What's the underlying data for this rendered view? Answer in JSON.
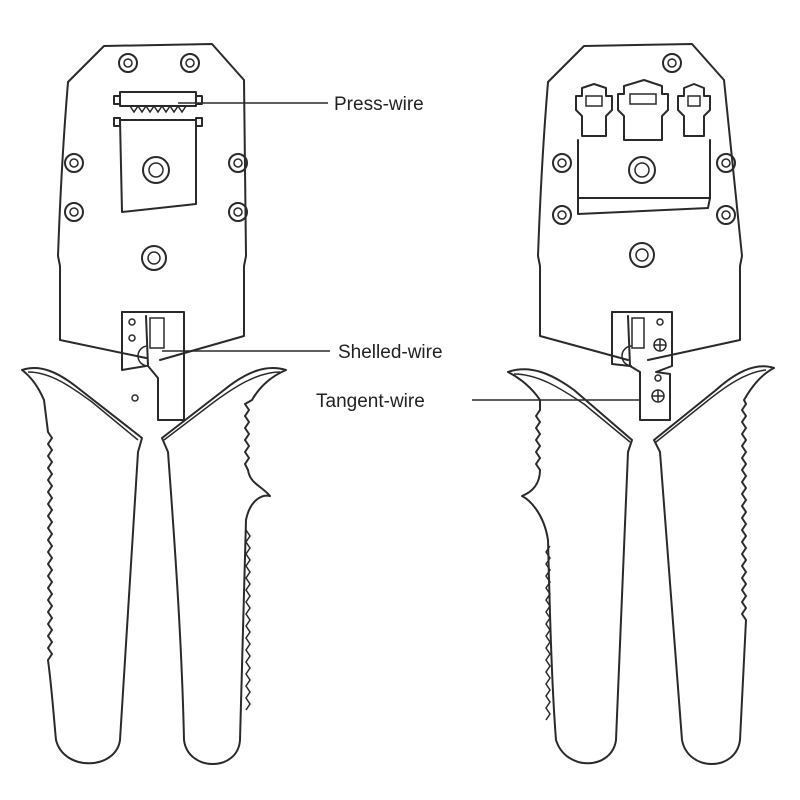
{
  "labels": {
    "press_wire": "Press-wire",
    "shelled_wire": "Shelled-wire",
    "tangent_wire": "Tangent-wire"
  },
  "colors": {
    "line": "#2a2a2a",
    "background": "#ffffff"
  }
}
